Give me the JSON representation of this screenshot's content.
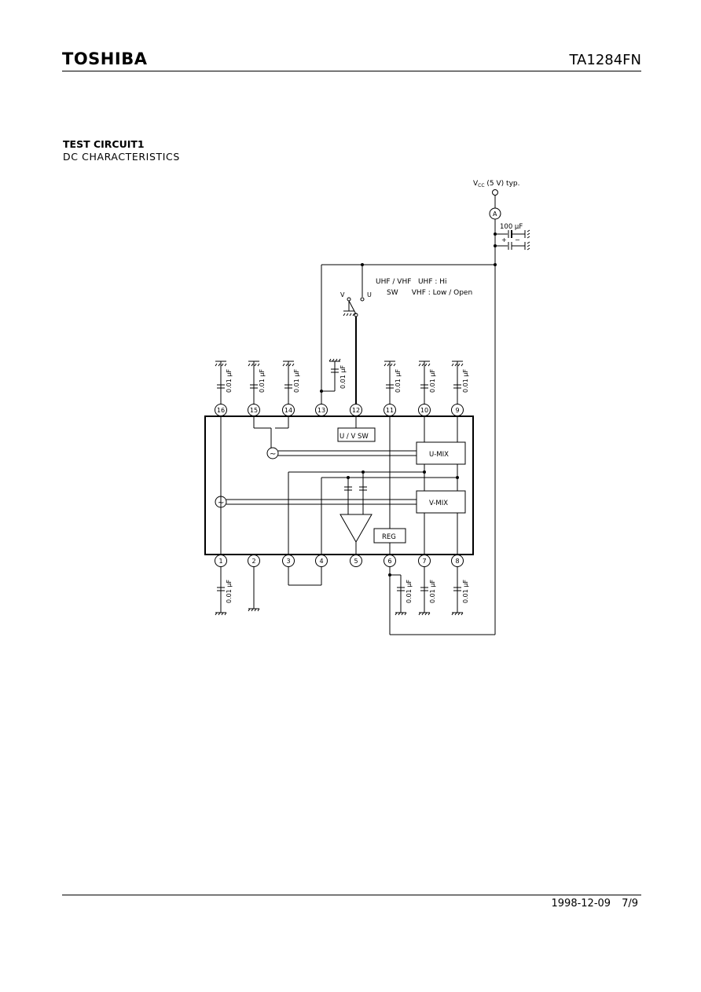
{
  "header": {
    "brand": "TOSHIBA",
    "part_number": "TA1284FN"
  },
  "section": {
    "title": "TEST CIRCUIT1",
    "subtitle": "DC CHARACTERISTICS"
  },
  "circuit": {
    "vcc_main": "V",
    "vcc_sub": "CC",
    "vcc_rest": " (5 V) typ.",
    "ammeter": "A",
    "cap_100": "100 μF",
    "plus": "+",
    "minus": "−",
    "sw_v": "V",
    "sw_u": "U",
    "sw_label_1": "UHF / VHF   UHF : Hi",
    "sw_label_2": "SW      VHF : Low / Open",
    "cap_001": "0.01 μF",
    "blocks": {
      "uv_sw": "U / V SW",
      "u_mix": "U-MIX",
      "v_mix": "V-MIX",
      "reg": "REG"
    },
    "osc": "~",
    "pins_top": [
      "16",
      "15",
      "14",
      "13",
      "12",
      "11",
      "10",
      "9"
    ],
    "pins_bottom": [
      "1",
      "2",
      "3",
      "4",
      "5",
      "6",
      "7",
      "8"
    ]
  },
  "footer": {
    "date": "1998-12-09",
    "page": "7/9"
  }
}
